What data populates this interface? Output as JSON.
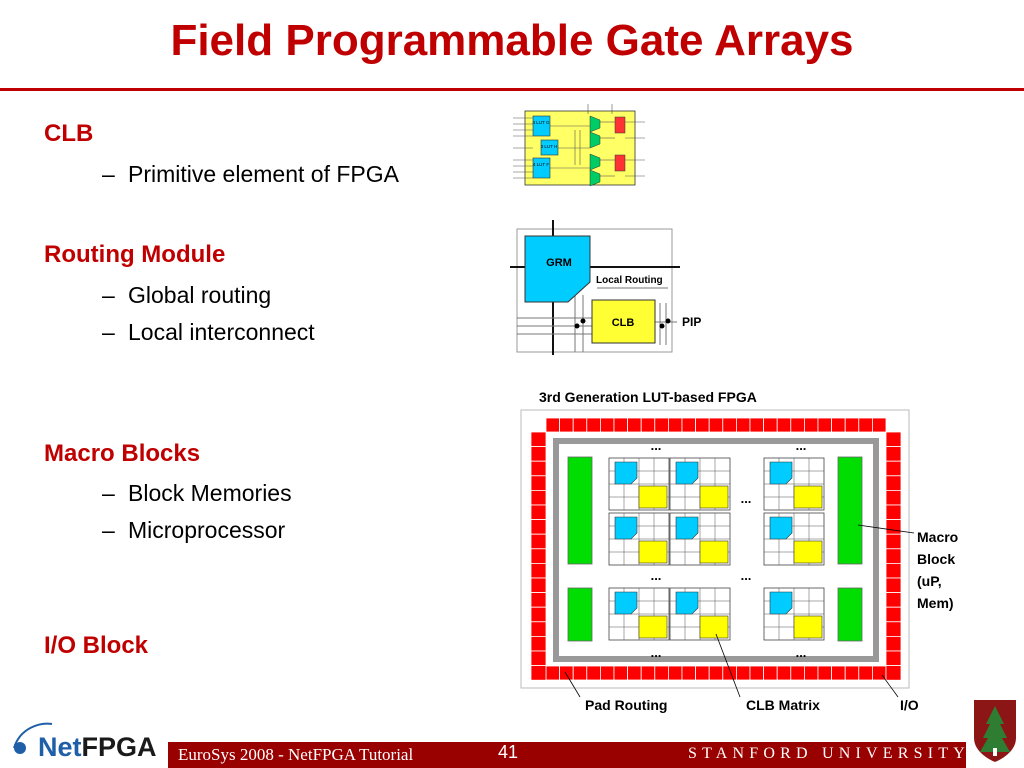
{
  "title": "Field Programmable Gate Arrays",
  "sections": [
    {
      "heading": "CLB",
      "items": [
        "Primitive element of FPGA"
      ]
    },
    {
      "heading": "Routing Module",
      "items": [
        "Global routing",
        "Local interconnect"
      ]
    },
    {
      "heading": "Macro Blocks",
      "items": [
        "Block Memories",
        "Microprocessor"
      ]
    },
    {
      "heading": "I/O Block",
      "items": []
    }
  ],
  "bullet_dash": "–",
  "routing_diagram": {
    "grm_label": "GRM",
    "local_routing_label": "Local Routing",
    "clb_label": "CLB",
    "pip_label": "PIP"
  },
  "fpga_diagram": {
    "caption": "3rd Generation LUT-based FPGA",
    "ellipsis": "...",
    "macro_label_lines": [
      "Macro",
      "Block",
      "(uP,",
      "Mem)"
    ],
    "bottom_labels": [
      "Pad Routing",
      "CLB Matrix",
      "I/O"
    ]
  },
  "clb_schematic": {
    "lut_g": "4 LUT G",
    "lut_h": "3 LUT H",
    "lut_f": "4 LUT F"
  },
  "footer": {
    "left": "EuroSys 2008 - NetFPGA Tutorial",
    "page": "41",
    "right": "STANFORD UNIVERSITY"
  },
  "logo": {
    "net": "Net",
    "fpga": "FPGA"
  },
  "colors": {
    "accent": "#c00000",
    "footer": "#990000",
    "lut": "#ffff00",
    "grm": "#00ccff",
    "macro": "#00dd00",
    "io": "#ff0000"
  }
}
